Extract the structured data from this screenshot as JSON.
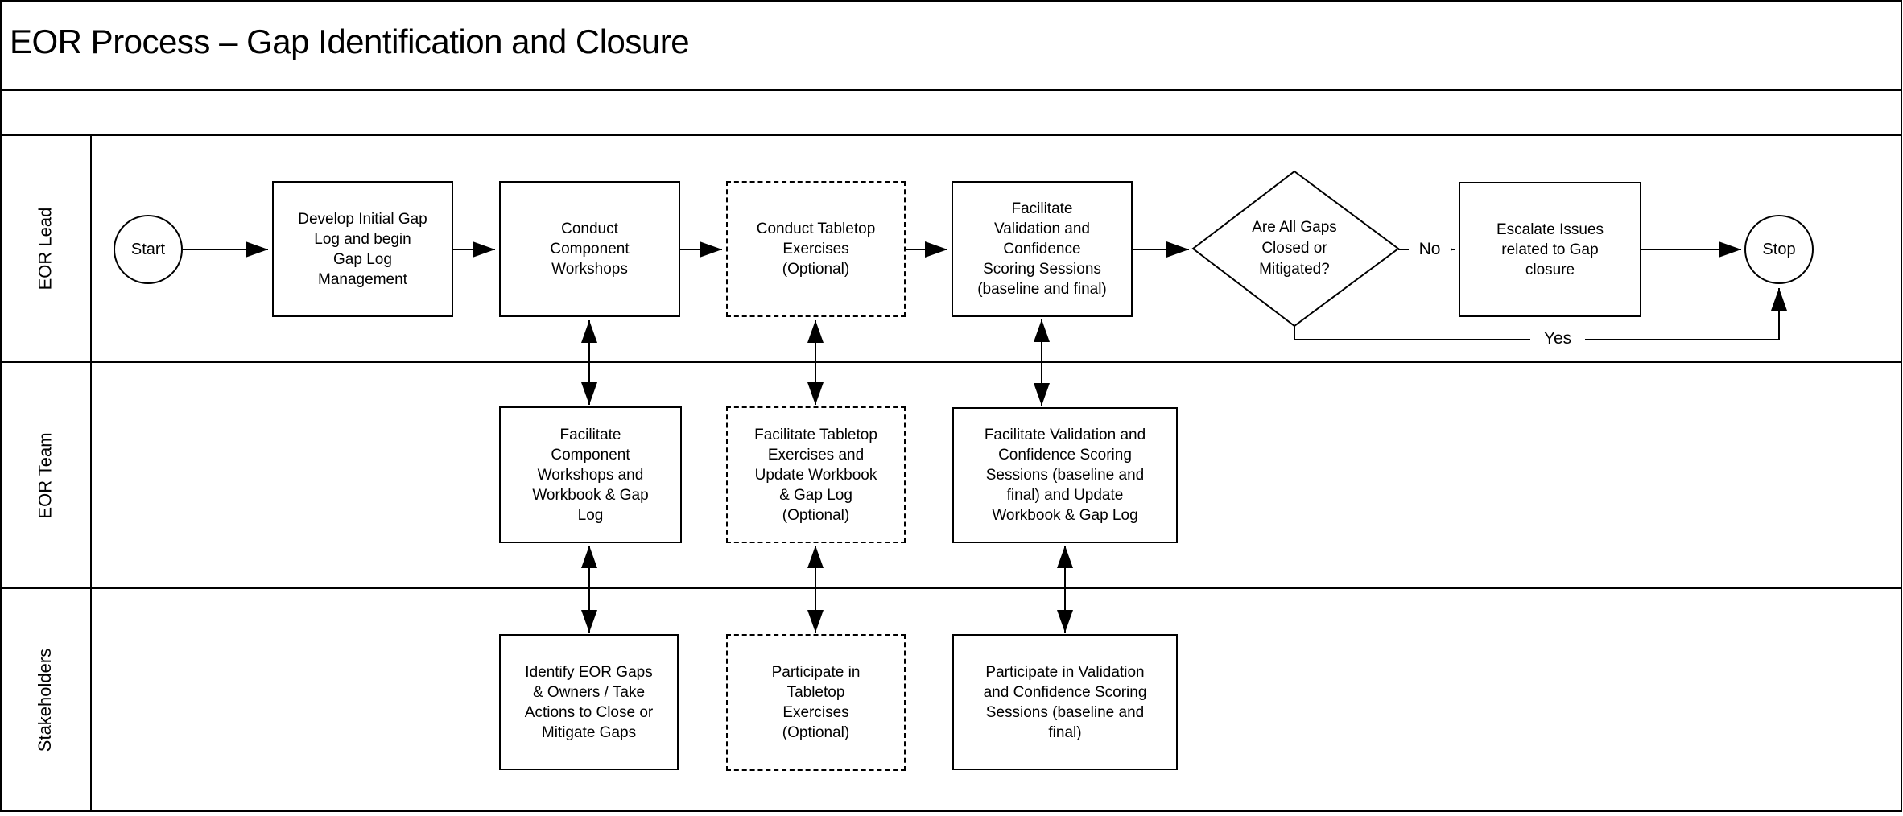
{
  "title": "EOR Process – Gap Identification and Closure",
  "colors": {
    "line": "#000000",
    "background": "#ffffff"
  },
  "swimlanes": {
    "lead": {
      "label": "EOR Lead"
    },
    "team": {
      "label": "EOR Team"
    },
    "stakeholders": {
      "label": "Stakeholders"
    }
  },
  "flow": {
    "start_label": "Start",
    "stop_label": "Stop",
    "decision": {
      "text": "Are All Gaps\nClosed or\nMitigated?",
      "no_label": "No",
      "yes_label": "Yes"
    },
    "lead_boxes": {
      "develop_gap_log": "Develop Initial Gap\nLog and begin\nGap Log\nManagement",
      "component_workshops": "Conduct\nComponent\nWorkshops",
      "tabletop_exercises": "Conduct Tabletop\nExercises\n(Optional)",
      "validation_scoring": "Facilitate\nValidation and\nConfidence\nScoring Sessions\n(baseline and final)",
      "escalate_issues": "Escalate Issues\nrelated to Gap\nclosure"
    },
    "team_boxes": {
      "facilitate_workshops": "Facilitate\nComponent\nWorkshops and\nWorkbook & Gap\nLog",
      "facilitate_tabletop": "Facilitate Tabletop\nExercises and\nUpdate Workbook\n& Gap Log\n(Optional)",
      "facilitate_validation": "Facilitate Validation and\nConfidence Scoring\nSessions (baseline and\nfinal) and Update\nWorkbook & Gap Log"
    },
    "stakeholder_boxes": {
      "identify_gaps": "Identify EOR Gaps\n& Owners / Take\nActions to Close or\nMitigate Gaps",
      "participate_tabletop": "Participate in\nTabletop\nExercises\n(Optional)",
      "participate_validation": "Participate in Validation\nand Confidence Scoring\nSessions (baseline and\nfinal)"
    }
  }
}
